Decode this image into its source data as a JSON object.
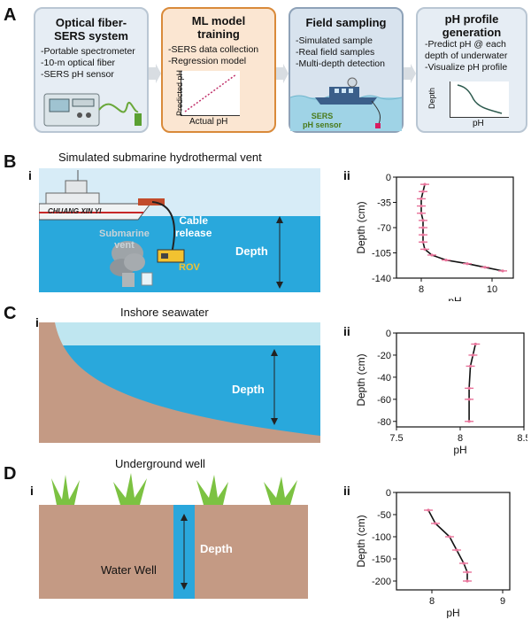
{
  "panelA": {
    "letter": "A",
    "boxes": [
      {
        "title": "Optical fiber-\nSERS system",
        "lines": [
          "-Portable spectrometer",
          "-10-m optical fiber",
          "-SERS pH sensor"
        ]
      },
      {
        "title": "ML model\ntraining",
        "lines": [
          "-SERS data collection",
          "-Regression model"
        ],
        "ylabel": "Predicted pH",
        "xlabel": "Actual pH"
      },
      {
        "title": "Field sampling",
        "lines": [
          "-Simulated sample",
          "-Real field samples",
          "-Multi-depth detection"
        ],
        "sensor_label": "SERS\npH sensor"
      },
      {
        "title": "pH profile\ngeneration",
        "lines": [
          "-Predict pH @ each",
          "depth of underwater",
          "-Visualize pH profile"
        ],
        "ylabel": "Depth",
        "xlabel": "pH"
      }
    ],
    "colors": {
      "box1_border": "#b9c6d3",
      "box2_border": "#d98a3a",
      "box3_border": "#8ea2b8",
      "box4_border": "#b9c6d3"
    }
  },
  "panelB": {
    "letter": "B",
    "sub_i": "i",
    "sub_ii": "ii",
    "title": "Simulated submarine hydrothermal vent",
    "ship_name": "CHUANG XIN YI",
    "labels": {
      "cable": "Cable\nrelease",
      "vent": "Submarine\nvent",
      "rov": "ROV",
      "depth": "Depth"
    }
  },
  "panelC": {
    "letter": "C",
    "sub_i": "i",
    "sub_ii": "ii",
    "title": "Inshore  seawater",
    "labels": {
      "depth": "Depth"
    }
  },
  "panelD": {
    "letter": "D",
    "sub_i": "i",
    "sub_ii": "ii",
    "title": "Underground well",
    "labels": {
      "well": "Water Well",
      "depth": "Depth"
    }
  },
  "chart_data": [
    {
      "type": "line",
      "panel": "B-ii",
      "xlabel": "pH",
      "ylabel": "Depth (cm)",
      "xticks": [
        8,
        10
      ],
      "yticks": [
        0,
        -35,
        -70,
        -105,
        -140
      ],
      "xlim": [
        7.3,
        10.6
      ],
      "ylim": [
        -140,
        0
      ],
      "x": [
        8.1,
        8.05,
        8.0,
        8.0,
        8.0,
        8.05,
        8.05,
        8.05,
        8.05,
        8.1,
        8.3,
        8.7,
        9.3,
        9.8,
        10.3
      ],
      "y": [
        -10,
        -20,
        -30,
        -40,
        -50,
        -60,
        -70,
        -80,
        -90,
        -100,
        -108,
        -115,
        -120,
        -125,
        -130
      ]
    },
    {
      "type": "line",
      "panel": "C-ii",
      "xlabel": "pH",
      "ylabel": "Depth (cm)",
      "xticks": [
        7.5,
        8.0,
        8.5
      ],
      "yticks": [
        0,
        -20,
        -40,
        -60,
        -80
      ],
      "xlim": [
        7.5,
        8.5
      ],
      "ylim": [
        -85,
        0
      ],
      "x": [
        8.12,
        8.1,
        8.08,
        8.07,
        8.07,
        8.07
      ],
      "y": [
        -10,
        -20,
        -30,
        -50,
        -60,
        -80
      ]
    },
    {
      "type": "line",
      "panel": "D-ii",
      "xlabel": "pH",
      "ylabel": "Depth (cm)",
      "xticks": [
        8,
        9
      ],
      "yticks": [
        0,
        -50,
        -100,
        -150,
        -200
      ],
      "xlim": [
        7.5,
        9.1
      ],
      "ylim": [
        -220,
        0
      ],
      "x": [
        7.95,
        8.05,
        8.25,
        8.35,
        8.45,
        8.5,
        8.5
      ],
      "y": [
        -40,
        -70,
        -100,
        -130,
        -160,
        -180,
        -200
      ]
    }
  ]
}
